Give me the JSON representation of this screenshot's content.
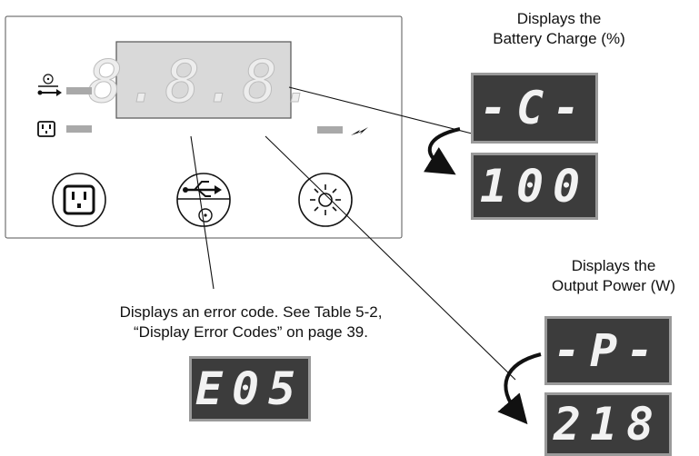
{
  "labels": {
    "battery_caption_line1": "Displays the",
    "battery_caption_line2": "Battery Charge (%)",
    "power_caption_line1": "Displays the",
    "power_caption_line2": "Output Power (W)",
    "error_caption_line1": "Displays an error code. See Table 5-2,",
    "error_caption_line2": "“Display Error Codes” on page 39."
  },
  "displays": {
    "main": "8.8.8.",
    "battery_mode": "-C-",
    "battery_value": "100",
    "power_mode": "-P-",
    "power_value": "218",
    "error_code": "E05"
  },
  "icons": {
    "usb_output": "usb-icon",
    "outlet": "outlet-icon",
    "lightning": "lightning-icon",
    "brightness": "sun-icon"
  },
  "colors": {
    "lcd_bg": "#3c3c3c",
    "lcd_digit": "#f2f2f2",
    "panel_display": "#d9d9d9",
    "indicator": "#a9a9a9"
  }
}
